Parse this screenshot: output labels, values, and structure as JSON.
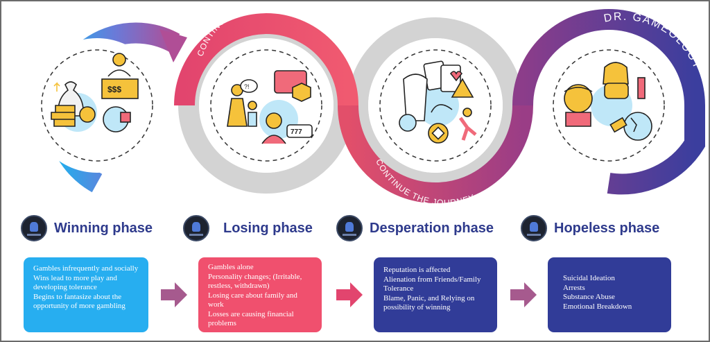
{
  "brand": {
    "left_text": "DR. GAMEOLOGY",
    "right_text": "DR. GAMEOLOGY",
    "ribbon_top_text": "CONTINUE THE JOURNEY",
    "ribbon_bottom_text": "CONTINUE THE JOURNEY"
  },
  "colors": {
    "blue": "#2aa6ea",
    "pink": "#ec4f6d",
    "purple": "#8a3b8c",
    "navy": "#2f3a95",
    "arrow": "#a65a8e"
  },
  "phases": [
    {
      "title": "Winning phase",
      "color": "#27aef0",
      "items": [
        "Gambles infrequently and socially",
        "Wins lead to more play and developing tolerance",
        "Begins to fantasize about the opportunity of more gambling"
      ]
    },
    {
      "title": "Losing phase",
      "color": "#f0506e",
      "items": [
        "Gambles alone",
        "Personality changes; (Irritable, restless, withdrawn)",
        "Losing care about family and work",
        "Losses are causing financial problems"
      ]
    },
    {
      "title": "Desperation phase",
      "color": "#313c98",
      "items": [
        "Reputation is affected",
        "Alienation from Friends/Family",
        "Tolerance",
        "Blame, Panic, and Relying on possibility of winning"
      ]
    },
    {
      "title": "Hopeless phase",
      "color": "#313c98",
      "items": [
        "Suicidal Ideation",
        "Arrests",
        "Substance Abuse",
        "Emotional Breakdown"
      ]
    }
  ],
  "icons": [
    "money-bag-icon",
    "slot-machine-icon",
    "danger-cards-icon",
    "despair-person-icon"
  ]
}
